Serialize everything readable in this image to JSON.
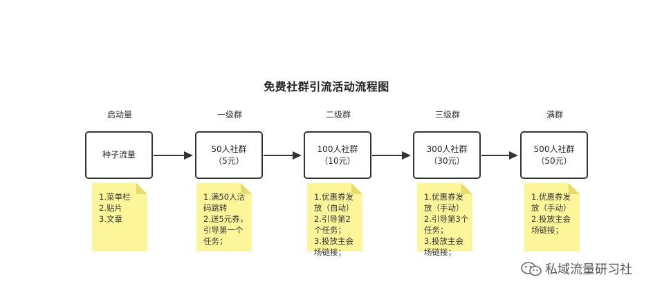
{
  "title": "免费社群引流活动流程图",
  "stages": [
    {
      "label": "启动量",
      "box_lines": [
        "种子流量"
      ],
      "note_lines": [
        "1.菜单栏",
        "2.贴片",
        "3.文章"
      ]
    },
    {
      "label": "一级群",
      "box_lines": [
        "50人社群",
        "（5元）"
      ],
      "note_lines": [
        "1.满50人活",
        "码跳转",
        "2.送5元券，",
        "引导第一个",
        "任务；"
      ]
    },
    {
      "label": "二级群",
      "box_lines": [
        "100人社群",
        "（10元）"
      ],
      "note_lines": [
        "1.优惠券发",
        "放（自动）",
        "2.引导第2",
        "个任务；",
        "3.投放主会",
        "场链接；"
      ]
    },
    {
      "label": "三级群",
      "box_lines": [
        "300人社群",
        "（30元）"
      ],
      "note_lines": [
        "1.优惠券发",
        "放（手动）",
        "2.引导第3个",
        "任务；",
        "3.投放主会",
        "场链接；"
      ]
    },
    {
      "label": "满群",
      "box_lines": [
        "500人社群",
        "（50元）"
      ],
      "note_lines": [
        "1.优惠券发",
        "放（手动）",
        "2.投放主会",
        "场链接；"
      ]
    }
  ],
  "watermark": {
    "text": "私域流量研习社",
    "icon": "wechat-icon"
  }
}
